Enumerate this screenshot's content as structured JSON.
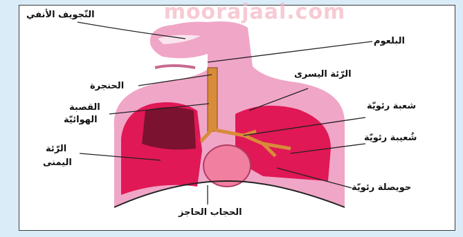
{
  "watermark": "moorajaal.com",
  "labels": {
    "nasal_cavity": "التّجويف الأنفي",
    "pharynx": "البلعوم",
    "larynx": "الحنجرة",
    "trachea_1": "القصبة",
    "trachea_2": "الهوائيّة",
    "right_lung_1": "الرّئة",
    "right_lung_2": "اليمنى",
    "left_lung": "الرّئة اليسرى",
    "bronchus": "شعبة رئويّة",
    "bronchiole": "شُعيبة رئويّة",
    "alveolus": "حويصلة رئويّة",
    "diaphragm": "الحجاب الحاجز"
  },
  "colors": {
    "background": "#d9ecf7",
    "body_pink": "#f0a6c7",
    "lung_red": "#e01855",
    "trachea": "#d88b3a",
    "heart": "#f07fa0"
  }
}
